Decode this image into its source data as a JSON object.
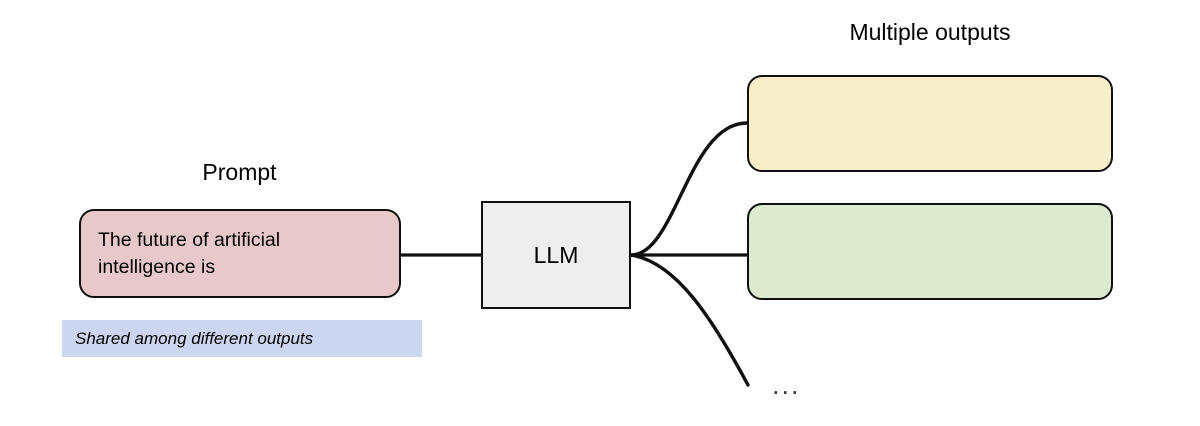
{
  "diagram": {
    "title_hidden": "",
    "background_color": "#ffffff",
    "stroke_color": "#101010"
  },
  "labels": {
    "prompt": "Prompt",
    "multiple_outputs": "Multiple outputs"
  },
  "prompt_box": {
    "text": "The future of artificial intelligence is",
    "fill_color": "#e8c8c8"
  },
  "model_box": {
    "text": "LLM",
    "fill_color": "#eeeeee"
  },
  "outputs": [
    {
      "text": "",
      "fill_color": "#f8eeca"
    },
    {
      "text": "",
      "fill_color": "#dcead0"
    }
  ],
  "annotation": {
    "text": "Shared among different outputs",
    "fill_color": "#ccd6f0"
  },
  "ellipsis": {
    "text": "..."
  }
}
